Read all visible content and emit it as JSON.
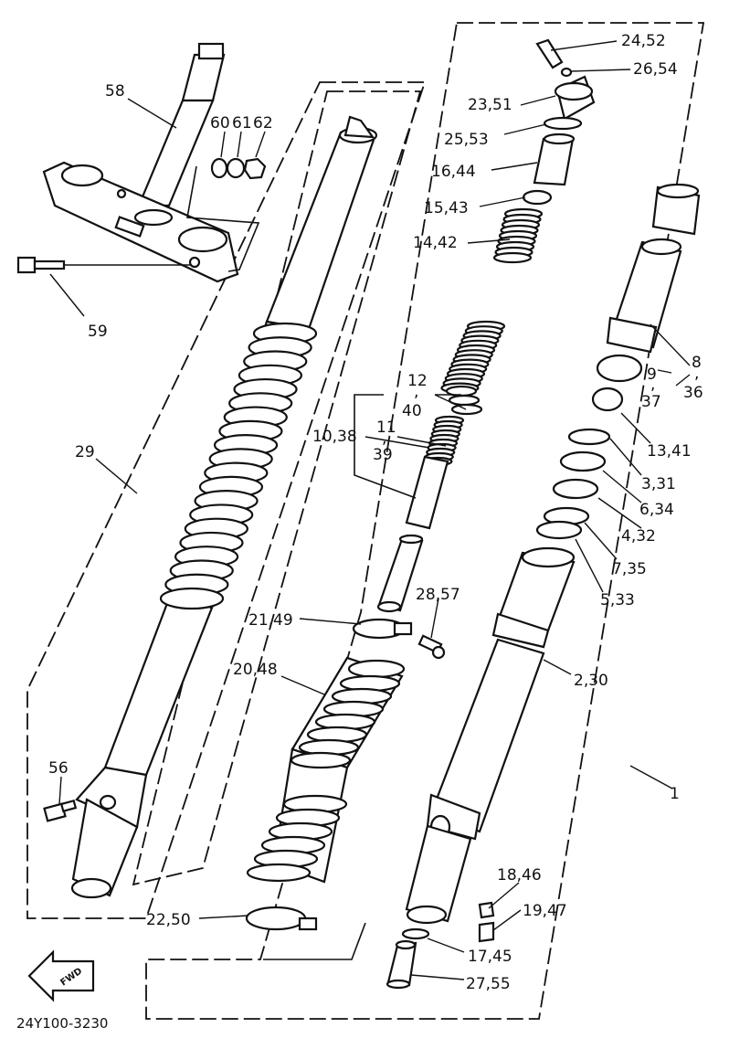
{
  "labels": {
    "l_24_52": "24,52",
    "l_26_54": "26,54",
    "l_23_51": "23,51",
    "l_25_53": "25,53",
    "l_16_44": "16,44",
    "l_15_43": "15,43",
    "l_14_42": "14,42",
    "l_58": "58",
    "l_60": "60",
    "l_61": "61",
    "l_62": "62",
    "l_59": "59",
    "l_29": "29",
    "l_12": "12",
    "l_12_sep": ",",
    "l_40": "40",
    "l_10_38": "10,38",
    "l_11": "11",
    "l_11_sep": ",",
    "l_39": "39",
    "l_8": "8",
    "l_8_sep": ",",
    "l_36": "36",
    "l_9": "9",
    "l_9_sep": ",",
    "l_37": "37",
    "l_13_41": "13,41",
    "l_3_31": "3,31",
    "l_6_34": "6,34",
    "l_4_32": "4,32",
    "l_7_35": "7,35",
    "l_5_33": "5,33",
    "l_28_57": "28,57",
    "l_21_49": "21,49",
    "l_2_30": "2,30",
    "l_20_48": "20,48",
    "l_56": "56",
    "l_1": "1",
    "l_18_46": "18,46",
    "l_19_47": "19,47",
    "l_22_50": "22,50",
    "l_17_45": "17,45",
    "l_27_55": "27,55"
  },
  "fwd_label": "FWD",
  "drawing_code": "24Y100-3230"
}
